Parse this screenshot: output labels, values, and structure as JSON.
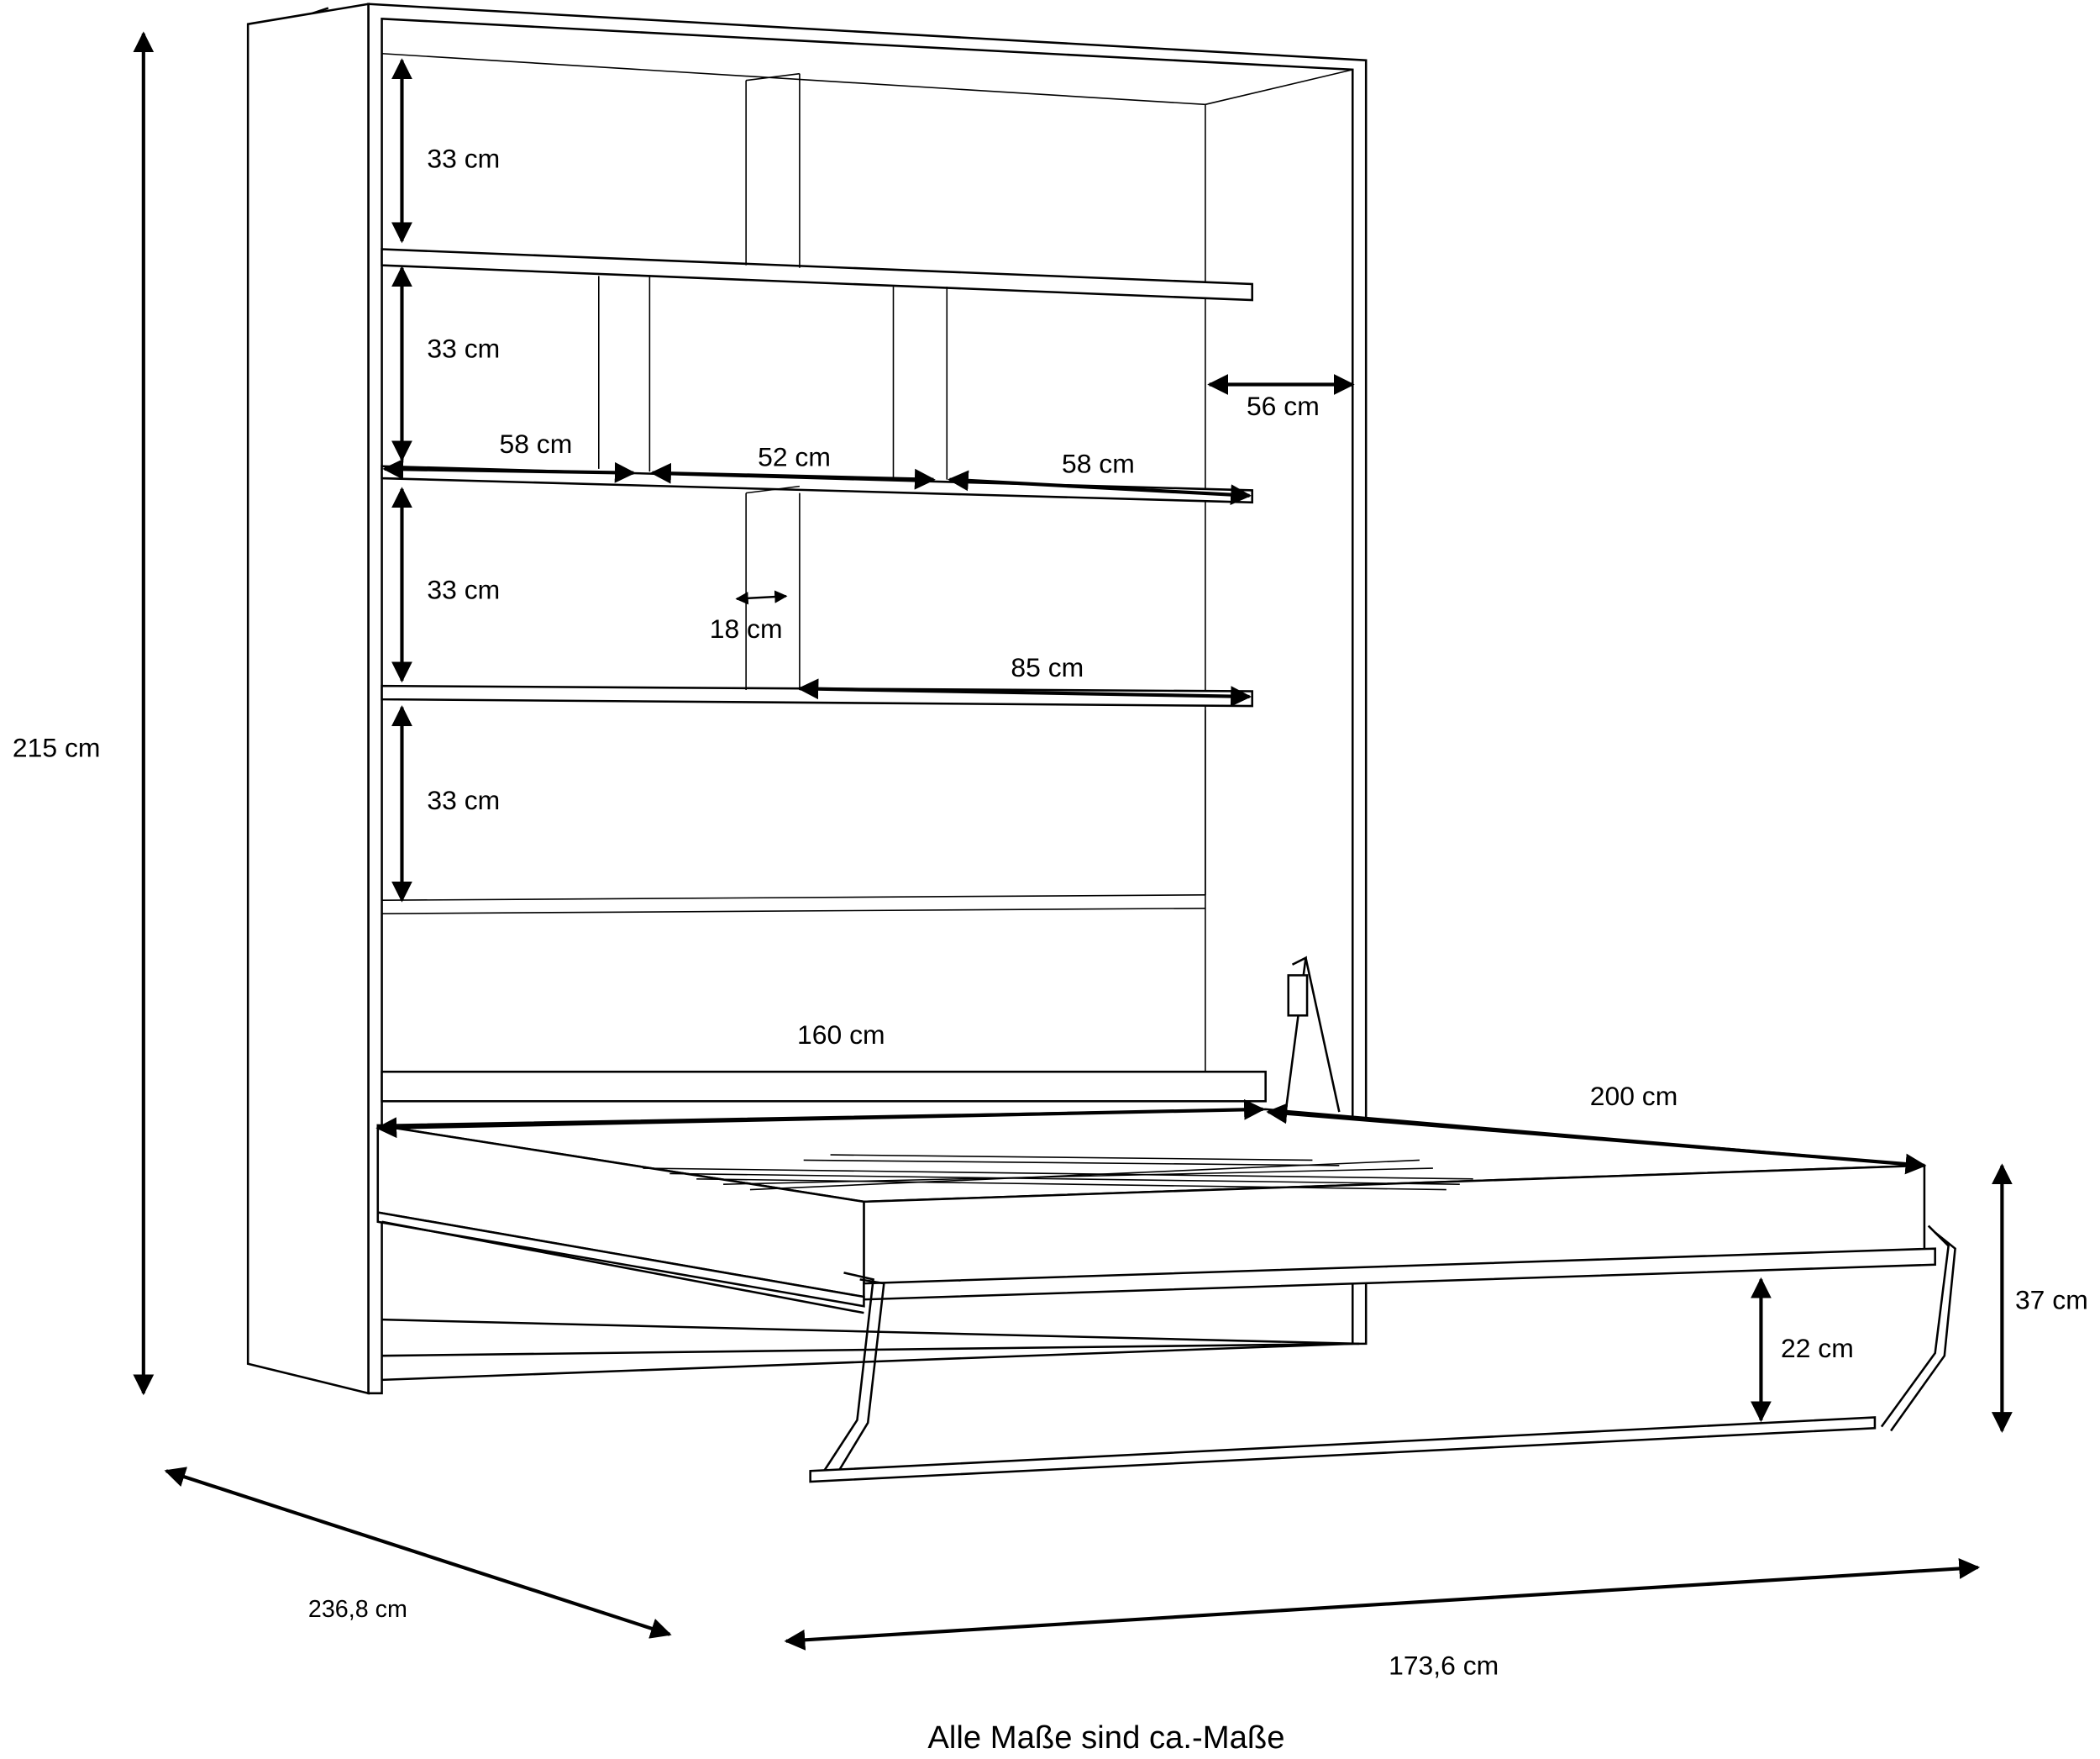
{
  "diagram": {
    "title": "Wall bed with shelving unit – dimensions",
    "dimensions": {
      "total_height": "215 cm",
      "shelf_height_1": "33 cm",
      "shelf_height_2": "33 cm",
      "shelf_height_3": "33 cm",
      "shelf_height_4": "33 cm",
      "compartment_left_width": "58 cm",
      "compartment_middle_width": "52 cm",
      "compartment_right_width": "58 cm",
      "side_depth": "56 cm",
      "divider_width": "18 cm",
      "lower_compartment_width": "85 cm",
      "bed_width": "160 cm",
      "bed_length": "200 cm",
      "bed_height": "37 cm",
      "under_bed_clearance": "22 cm",
      "total_depth_open": "236,8 cm",
      "total_width": "173,6 cm"
    },
    "footer_note": "Alle Maße sind ca.-Maße"
  }
}
